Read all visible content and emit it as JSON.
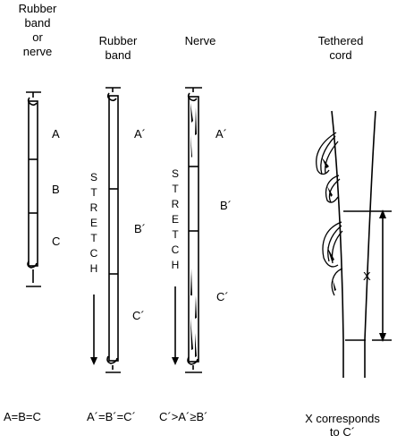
{
  "headers": {
    "col1": "Rubber\nband\nor\nnerve",
    "col2": "Rubber\nband",
    "col3": "Nerve",
    "col4": "Tethered\ncord"
  },
  "segments": {
    "col1": [
      "A",
      "B",
      "C"
    ],
    "col2": [
      "A´",
      "B´",
      "C´"
    ],
    "col3": [
      "A´",
      "B´",
      "C´"
    ]
  },
  "stretch_label": "STRETCH",
  "dimension_label": "X",
  "equations": {
    "col1": "A=B=C",
    "col2": "A´=B´=C´",
    "col3": "C´>A´≥B´",
    "col4": "X corresponds\nto C´"
  }
}
